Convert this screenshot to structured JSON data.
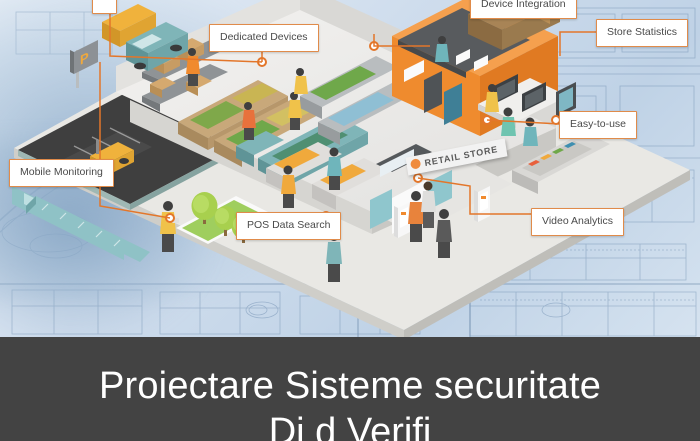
{
  "banner": {
    "title": "Proiectare Sisteme securitate",
    "subtitle": "Di              d     Verifi",
    "background_color": "#434343",
    "text_color": "#ffffff"
  },
  "illustration": {
    "type": "isometric-retail-store-diagram",
    "background": "architectural-blueprint",
    "accent_color": "#e3762a",
    "store_accent_color": "#f08a2e",
    "store_sign": {
      "label": "RETAIL STORE",
      "logo_icon": "circle-logo-icon"
    },
    "parking_sign": {
      "label": "P"
    },
    "callouts": [
      {
        "id": "device-integration",
        "label": "Device Integration"
      },
      {
        "id": "dedicated-devices",
        "label": "Dedicated Devices"
      },
      {
        "id": "store-statistics",
        "label": "Store Statistics"
      },
      {
        "id": "easy-to-use",
        "label": "Easy-to-use"
      },
      {
        "id": "mobile-monitoring",
        "label": "Mobile Monitoring"
      },
      {
        "id": "pos-data-search",
        "label": "POS Data Search"
      },
      {
        "id": "video-analytics",
        "label": "Video Analytics"
      }
    ]
  }
}
